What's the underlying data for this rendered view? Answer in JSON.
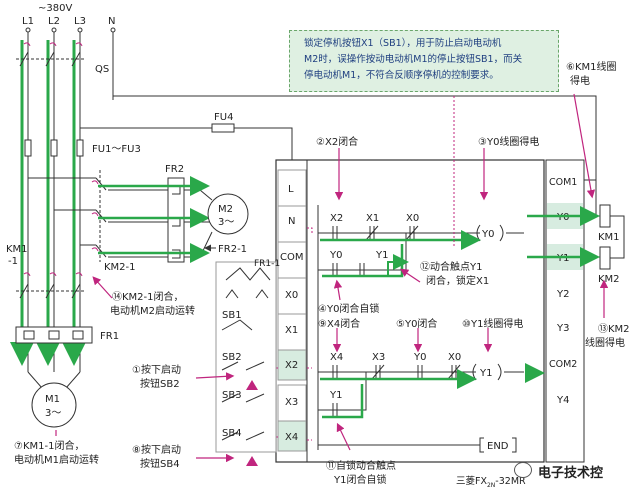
{
  "supply": {
    "voltage": "~380V",
    "phases": [
      "L1",
      "L2",
      "L3",
      "N"
    ]
  },
  "labels": {
    "qs": "QS",
    "fu4": "FU4",
    "fu1_3": "FU1～FU3",
    "fr2": "FR2",
    "fr2_1": "FR2-1",
    "fr1_1": "FR1-1",
    "km1_1": "KM1\n-1",
    "km2_1": "KM2-1",
    "fr1": "FR1",
    "m1": "M1",
    "m2": "M2",
    "motor_sym": "3～",
    "sb1": "SB1",
    "sb2": "SB2",
    "sb3": "SB3",
    "sb4": "SB4"
  },
  "plc": {
    "model": "三菱FX",
    "model_sub": "2N",
    "model_suffix": "-32MR",
    "inputs": [
      "L",
      "N",
      "COM",
      "X0",
      "X1",
      "X2",
      "X3",
      "X4"
    ],
    "outputs": [
      "COM1",
      "Y0",
      "Y1",
      "Y2",
      "Y3",
      "COM2",
      "Y4"
    ],
    "coils": [
      "KM1",
      "KM2"
    ]
  },
  "ladder": {
    "rung1": {
      "contacts": [
        "X2",
        "X1",
        "X0"
      ],
      "coil": "Y0"
    },
    "rung1_seal": {
      "contacts": [
        "Y0",
        "Y1"
      ]
    },
    "rung2": {
      "contacts": [
        "X4",
        "X3",
        "Y0",
        "X0"
      ],
      "coil": "Y1"
    },
    "rung2_seal": {
      "contacts": [
        "Y1"
      ]
    },
    "end": "END"
  },
  "annotations": {
    "note": [
      "锁定停机按钮X1（SB1），用于防止启动电动机",
      "M2时，误操作按动电动机M1的停止按钮SB1，而关",
      "停电动机M1，不符合反顺序停机的控制要求。"
    ],
    "a1": [
      "①按下启动",
      "按钮SB2"
    ],
    "a2": "②X2闭合",
    "a3": "③Y0线圈得电",
    "a4": "④Y0闭合自锁",
    "a5": "⑤Y0闭合",
    "a6": [
      "⑥KM1线圈",
      "得电"
    ],
    "a7": [
      "⑦KM1-1闭合，",
      "电动机M1启动运转"
    ],
    "a8": [
      "⑧按下启动",
      "按钮SB4"
    ],
    "a9": "⑨X4闭合",
    "a10": "⑩Y1线圈得电",
    "a11": [
      "⑪自锁动合触点",
      "Y1闭合自锁"
    ],
    "a12": [
      "⑫动合触点Y1",
      "闭合，锁定X1"
    ],
    "a13": [
      "⑬KM2",
      "线圈得电"
    ],
    "a14": [
      "⑭KM2-1闭合，",
      "电动机M2启动运转"
    ]
  },
  "watermark": "电子技术控",
  "colors": {
    "flow": "#2aa84a",
    "pointer": "#c0257e",
    "wire": "#333333",
    "highlight": "#d7ece0",
    "text_blue": "#1f3f80"
  }
}
